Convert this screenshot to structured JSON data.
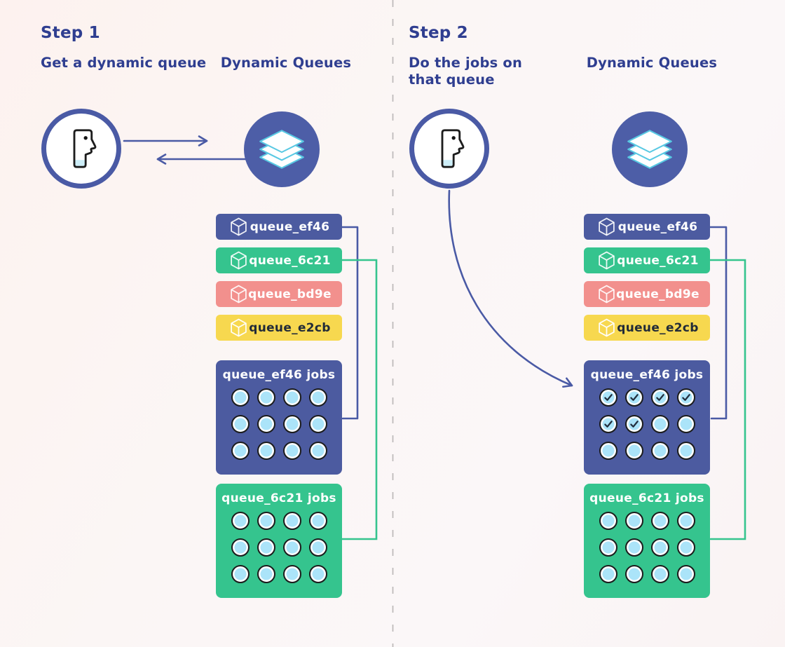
{
  "colors": {
    "heading": "#2f3e90",
    "arrow": "#4a5aa5",
    "indigo": "#4c5ba0",
    "indigo_circle": "#4d5ea7",
    "green": "#35c48e",
    "salmon": "#f2908d",
    "yellow": "#f7d84f",
    "job_circle": "#abe4f9",
    "job_outline": "#1c1c1c",
    "check": "#23303f",
    "divider": "#bcb8b8"
  },
  "step1": {
    "title": "Step 1",
    "subtitle": "Get a dynamic queue",
    "column_label": "Dynamic Queues"
  },
  "step2": {
    "title": "Step 2",
    "subtitle_line1": "Do the jobs on",
    "subtitle_line2": "that queue",
    "column_label": "Dynamic Queues"
  },
  "queues": [
    {
      "label": "queue_ef46",
      "color": "#4c5ba0",
      "text_color": "#ffffff"
    },
    {
      "label": "queue_6c21",
      "color": "#35c48e",
      "text_color": "#ffffff"
    },
    {
      "label": "queue_bd9e",
      "color": "#f2908d",
      "text_color": "#ffffff"
    },
    {
      "label": "queue_e2cb",
      "color": "#f7d84f",
      "text_color": "#222b38"
    }
  ],
  "job_boxes": {
    "step1": [
      {
        "title": "queue_ef46 jobs",
        "color": "#4c5ba0",
        "rows": 3,
        "cols": 4,
        "checked": 0
      },
      {
        "title": "queue_6c21 jobs",
        "color": "#35c48e",
        "rows": 3,
        "cols": 4,
        "checked": 0
      }
    ],
    "step2": [
      {
        "title": "queue_ef46 jobs",
        "color": "#4c5ba0",
        "rows": 3,
        "cols": 4,
        "checked": 6
      },
      {
        "title": "queue_6c21 jobs",
        "color": "#35c48e",
        "rows": 3,
        "cols": 4,
        "checked": 0
      }
    ]
  }
}
